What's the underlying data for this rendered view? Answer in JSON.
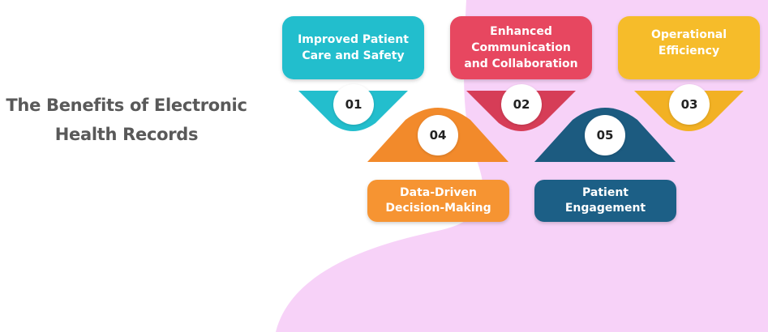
{
  "title": {
    "line1": "The Benefits of Electronic",
    "line2": "Health Records"
  },
  "benefits": [
    {
      "number": "01",
      "lines": [
        "Improved Patient",
        "Care and Safety"
      ],
      "color": "#23BECD"
    },
    {
      "number": "02",
      "lines": [
        "Enhanced",
        "Communication",
        "and Collaboration"
      ],
      "color": "#E74660"
    },
    {
      "number": "03",
      "lines": [
        "Operational",
        "Efficiency"
      ],
      "color": "#F6BC2C"
    },
    {
      "number": "04",
      "lines": [
        "Data-Driven",
        "Decision-Making"
      ],
      "color": "#F28A2B"
    },
    {
      "number": "05",
      "lines": [
        "Patient",
        "Engagement"
      ],
      "color": "#1C5B80"
    }
  ],
  "background": {
    "blob_color": "#F7CFF8"
  }
}
